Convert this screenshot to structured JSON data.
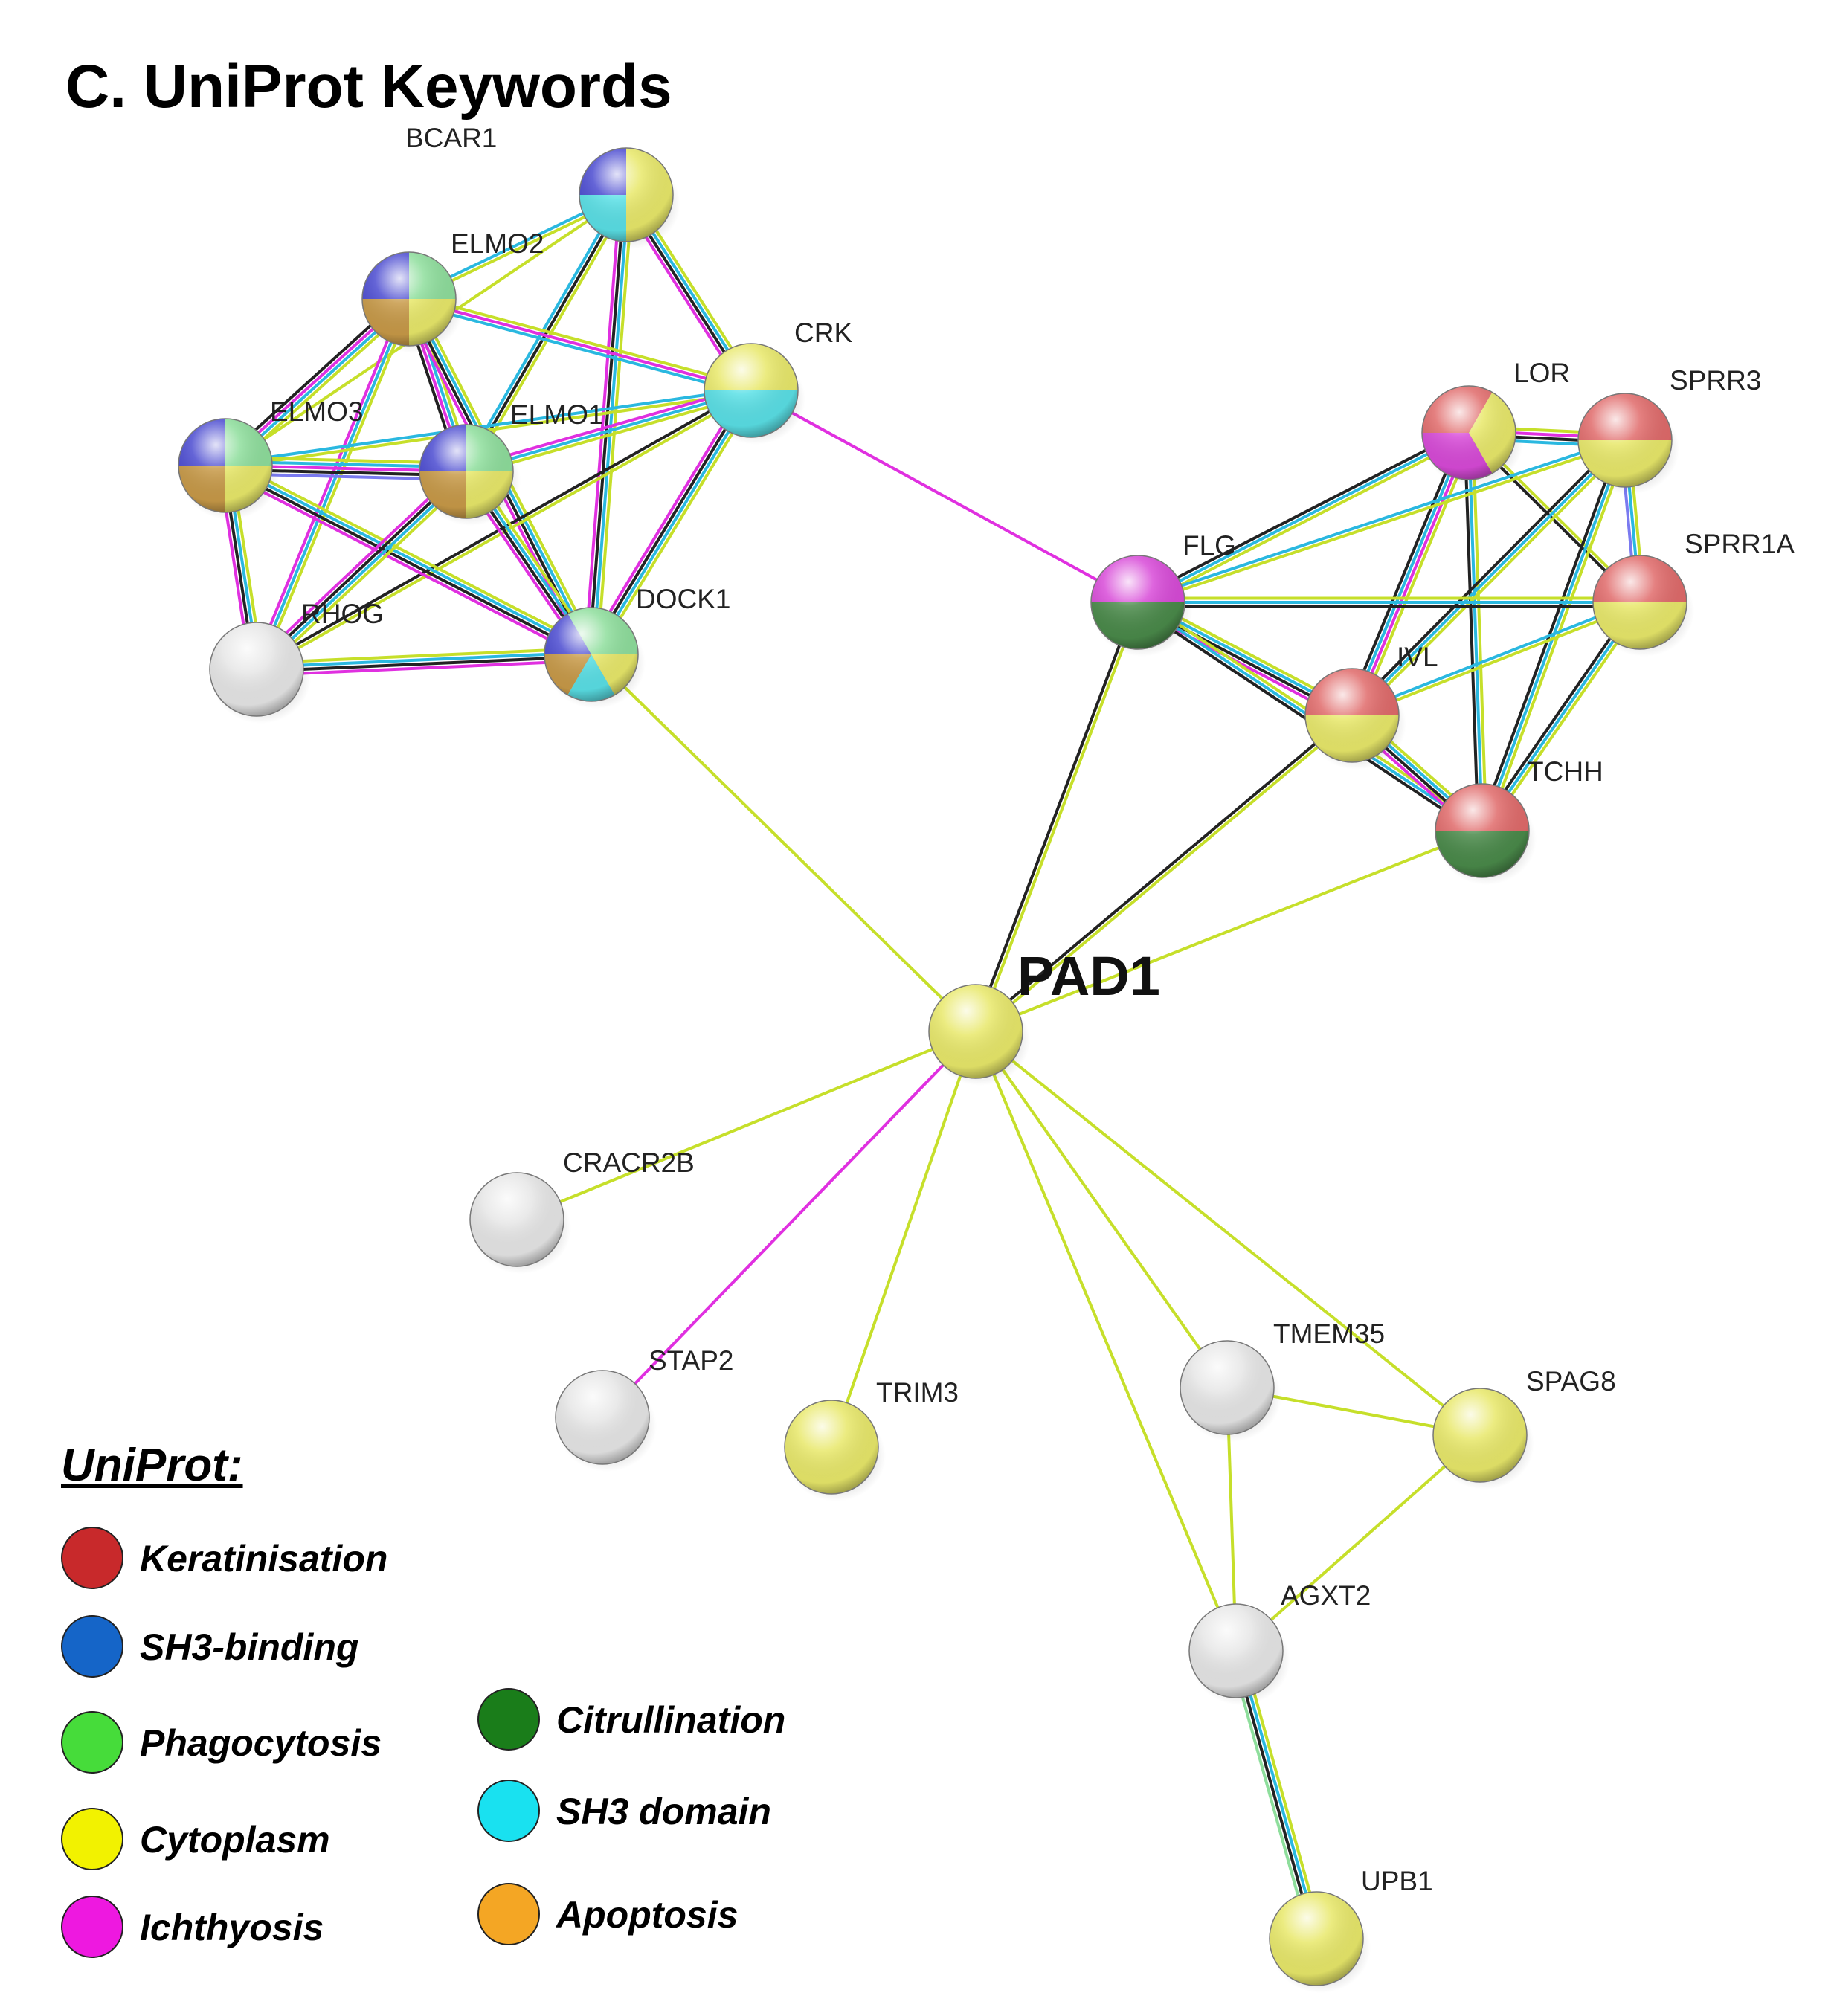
{
  "title": "C.  UniProt Keywords",
  "center_label": "PAD1",
  "colors": {
    "keratinisation": "#c8292b",
    "sh3_binding": "#1565c8",
    "phagocytosis": "#46dc3a",
    "cytoplasm": "#f2f200",
    "ichthyosis": "#ee18e0",
    "citrullination": "#1a7d1a",
    "sh3_domain": "#19e1f0",
    "apoptosis": "#f4a624",
    "node_cytoplasm": "#e8e86a",
    "node_keratin": "#e06a6a",
    "node_sh3": "#5ae0e6",
    "node_sh3binding": "#4a4ad0",
    "node_phago": "#8ede9c",
    "node_apoptosis": "#c89a48",
    "node_citrul": "#4a8a4a",
    "node_ichthy": "#d84ad8",
    "node_empty": "#e6e6e6",
    "edge_textmining": "#c6df2a",
    "edge_coexpression": "#222222",
    "edge_database": "#2ab8e0",
    "edge_experimental": "#e030e0",
    "edge_homology": "#7a7af0"
  },
  "nodes": [
    {
      "id": "BCAR1",
      "label": "BCAR1"
    },
    {
      "id": "ELMO2",
      "label": "ELMO2"
    },
    {
      "id": "CRK",
      "label": "CRK"
    },
    {
      "id": "ELMO3",
      "label": "ELMO3"
    },
    {
      "id": "ELMO1",
      "label": "ELMO1"
    },
    {
      "id": "RHOG",
      "label": "RHOG"
    },
    {
      "id": "DOCK1",
      "label": "DOCK1"
    },
    {
      "id": "LOR",
      "label": "LOR"
    },
    {
      "id": "SPRR3",
      "label": "SPRR3"
    },
    {
      "id": "FLG",
      "label": "FLG"
    },
    {
      "id": "SPRR1A",
      "label": "SPRR1A"
    },
    {
      "id": "IVL",
      "label": "IVL"
    },
    {
      "id": "TCHH",
      "label": "TCHH"
    },
    {
      "id": "PAD1",
      "label": ""
    },
    {
      "id": "CRACR2B",
      "label": "CRACR2B"
    },
    {
      "id": "STAP2",
      "label": "STAP2"
    },
    {
      "id": "TRIM3",
      "label": "TRIM3"
    },
    {
      "id": "TMEM35",
      "label": "TMEM35"
    },
    {
      "id": "SPAG8",
      "label": "SPAG8"
    },
    {
      "id": "AGXT2",
      "label": "AGXT2"
    },
    {
      "id": "UPB1",
      "label": "UPB1"
    }
  ],
  "legend": {
    "title": "UniProt:",
    "items": [
      {
        "label": "Keratinisation",
        "color": "#c8292b"
      },
      {
        "label": "SH3-binding",
        "color": "#1565c8"
      },
      {
        "label": "Phagocytosis",
        "color": "#46dc3a"
      },
      {
        "label": "Cytoplasm",
        "color": "#f2f200"
      },
      {
        "label": "Ichthyosis",
        "color": "#ee18e0"
      },
      {
        "label": "Citrullination",
        "color": "#1a7d1a"
      },
      {
        "label": "SH3 domain",
        "color": "#19e1f0"
      },
      {
        "label": "Apoptosis",
        "color": "#f4a624"
      }
    ]
  }
}
